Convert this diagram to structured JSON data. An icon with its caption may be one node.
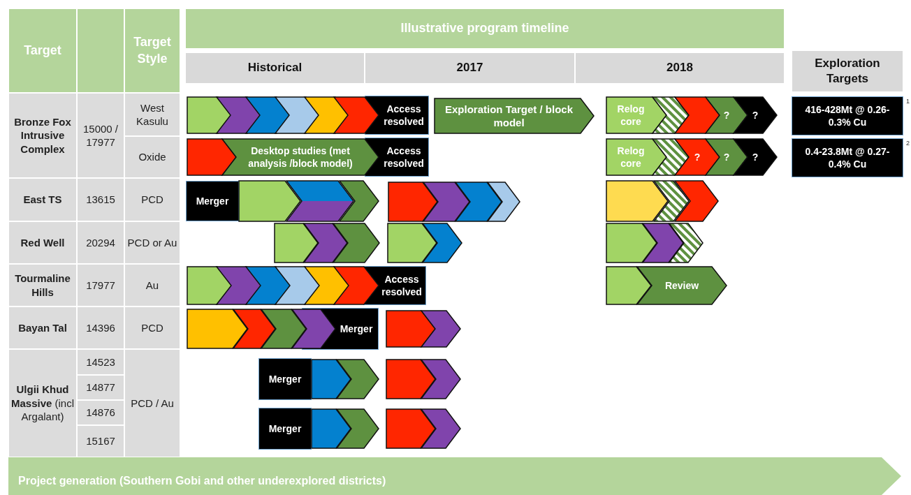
{
  "diagram": {
    "nodes": [
      {
        "text": [],
        "shape": "chevron"
      },
      {
        "text": [],
        "shape": "chevron"
      },
      {
        "text": [],
        "shape": "chevron"
      },
      {
        "text": [],
        "shape": "chevron"
      },
      {
        "text": [],
        "shape": "chevron"
      },
      {
        "text": [],
        "shape": "chevron"
      },
      {
        "text": [
          "Access resolved"
        ]
      },
      {
        "text": [
          "Exploration Target / block model"
        ]
      },
      {
        "text": [
          "Relog core"
        ]
      },
      {
        "text": [],
        "shape": "chevron"
      },
      {
        "text": [],
        "shape": "chevron"
      },
      {
        "text": [
          "?"
        ]
      },
      {
        "text": [
          "?"
        ]
      },
      {
        "text": [
          "416-428Mt @ 0.26-0.3% Cu"
        ],
        "beside": [
          "1"
        ]
      },
      {
        "text": [],
        "shape": "chevron"
      },
      {
        "text": [
          "Desktop studies (met analysis /block model)"
        ]
      },
      {
        "text": [
          "Access resolved"
        ]
      },
      {
        "text": [
          "Relog core"
        ]
      },
      {
        "text": [],
        "shape": "chevron"
      },
      {
        "text": [
          "?"
        ]
      },
      {
        "text": [
          "?"
        ]
      },
      {
        "text": [
          "?"
        ]
      },
      {
        "text": [
          "0.4-23.8Mt @ 0.27-0.4% Cu"
        ],
        "beside": [
          "2"
        ]
      },
      {
        "text": [
          "Merger"
        ]
      },
      {
        "text": [],
        "shape": "chevron"
      },
      {
        "text": [],
        "shape": "chevron"
      },
      {
        "text": [],
        "shape": "chevron"
      },
      {
        "text": [],
        "shape": "chevron"
      },
      {
        "text": [],
        "shape": "chevron"
      },
      {
        "text": [],
        "shape": "chevron"
      },
      {
        "text": [],
        "shape": "chevron"
      },
      {
        "text": [],
        "shape": "chevron"
      },
      {
        "text": [],
        "shape": "chevron"
      },
      {
        "text": [],
        "shape": "chevron"
      },
      {
        "text": [],
        "shape": "chevron"
      },
      {
        "text": [],
        "shape": "chevron"
      },
      {
        "text": [],
        "shape": "chevron"
      },
      {
        "text": [],
        "shape": "chevron"
      },
      {
        "text": [],
        "shape": "chevron"
      },
      {
        "text": [],
        "shape": "chevron"
      },
      {
        "text": [],
        "shape": "chevron"
      },
      {
        "text": [],
        "shape": "chevron"
      },
      {
        "text": [],
        "shape": "chevron"
      },
      {
        "text": [],
        "shape": "chevron"
      },
      {
        "text": [],
        "shape": "chevron"
      },
      {
        "text": [],
        "shape": "chevron"
      },
      {
        "text": [],
        "shape": "chevron"
      },
      {
        "text": [],
        "shape": "chevron"
      },
      {
        "text": [
          "Access resolved"
        ]
      },
      {
        "text": [],
        "shape": "chevron"
      },
      {
        "text": [
          "Review"
        ]
      },
      {
        "text": [],
        "shape": "chevron"
      },
      {
        "text": [],
        "shape": "chevron"
      },
      {
        "text": [],
        "shape": "chevron"
      },
      {
        "text": [],
        "shape": "chevron"
      },
      {
        "text": [
          "Merger"
        ]
      },
      {
        "text": [],
        "shape": "chevron"
      },
      {
        "text": [],
        "shape": "chevron"
      },
      {
        "text": [
          "Merger"
        ]
      },
      {
        "text": [],
        "shape": "chevron"
      },
      {
        "text": [],
        "shape": "chevron"
      },
      {
        "text": [],
        "shape": "chevron"
      },
      {
        "text": [],
        "shape": "chevron"
      },
      {
        "text": [
          "Merger"
        ]
      },
      {
        "text": [],
        "shape": "chevron"
      },
      {
        "text": [],
        "shape": "chevron"
      },
      {
        "text": [],
        "shape": "chevron"
      },
      {
        "text": [],
        "shape": "chevron"
      },
      {
        "text": [
          "Project generation (Southern Gobi and other underexplored districts)"
        ]
      }
    ],
    "labels": [
      "Target",
      "Target Style",
      "Illustrative program timeline",
      "Historical",
      "2017",
      "2018",
      "Exploration Targets",
      "Bronze Fox Intrusive Complex",
      "15000 / 17977",
      "West Kasulu",
      "Oxide",
      "East TS",
      "13615",
      "PCD",
      "Red Well",
      "20294",
      "PCD or Au",
      "Tourmaline Hills",
      "17977",
      "Au",
      "Bayan Tal",
      "14396",
      "PCD",
      "**Ulgii Khud Massive** (incl Argalant)",
      "14523",
      "PCD / Au",
      "14877",
      "14876",
      "15167"
    ]
  }
}
